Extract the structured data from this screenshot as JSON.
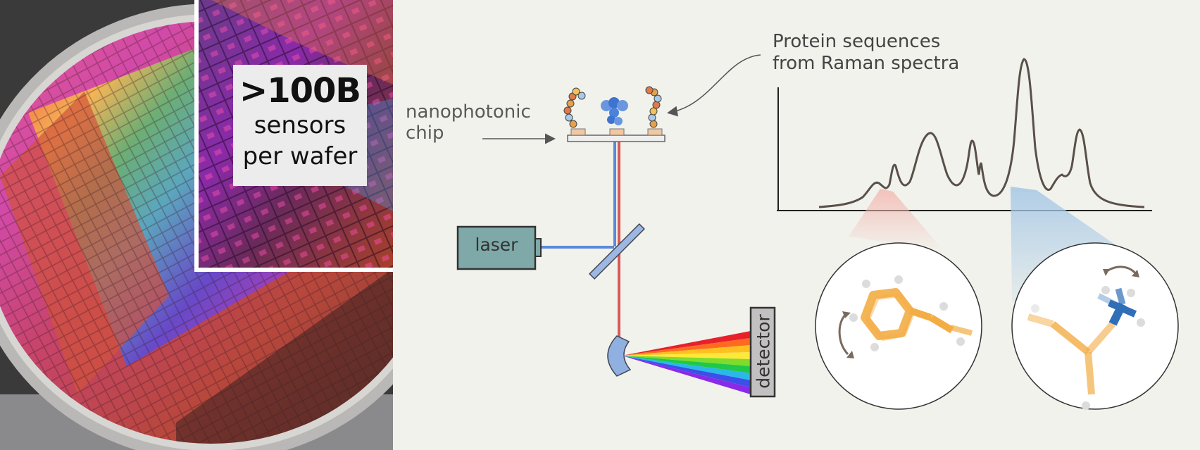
{
  "stat": {
    "value": ">100B",
    "line1": "sensors",
    "line2": "per wafer"
  },
  "labels": {
    "chip": "nanophotonic chip",
    "chip_line1": "nanophotonic",
    "chip_line2": "chip",
    "protein": "Protein sequences from Raman spectra",
    "protein_line1": "Protein sequences",
    "protein_line2": "from Raman spectra",
    "laser": "laser",
    "detector": "detector"
  },
  "colors": {
    "background": "#f1f2ec",
    "laser_box": "#7fa9a8",
    "beam_blue": "#5b8ad6",
    "beam_red": "#d65a5a",
    "spectrum_line": "#5a4f49",
    "highlight_red": "#f2b8b0",
    "highlight_blue": "#a9c9e6",
    "molecule_orange": "#f3ad45",
    "molecule_blue": "#2f6fb8"
  }
}
